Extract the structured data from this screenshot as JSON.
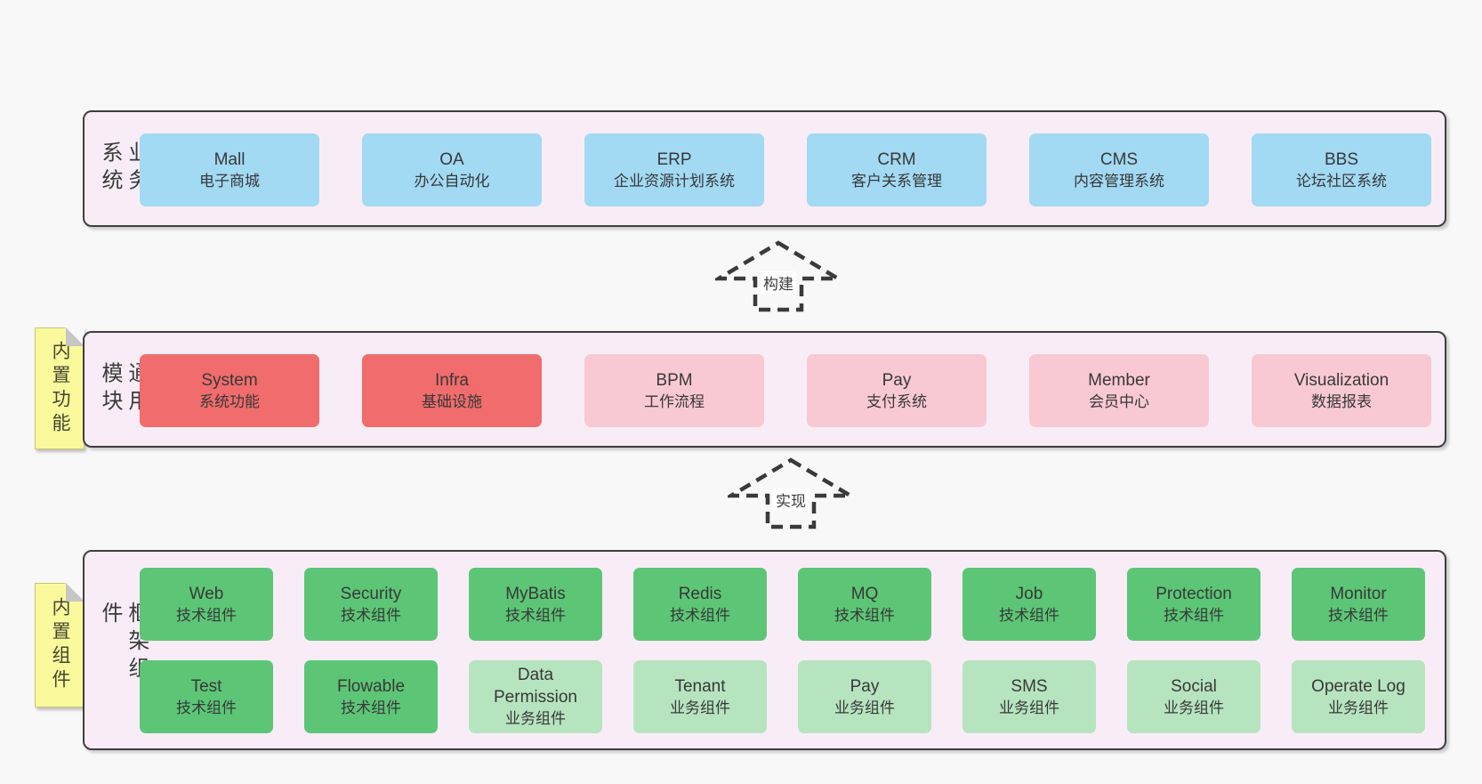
{
  "colors": {
    "page_background": "#f8f8f8",
    "container_background": "#f8edf6",
    "container_border": "#3f3f3f",
    "box_text": "#383838",
    "blue_box": "#a2d9f3",
    "red_box": "#f16c6c",
    "pink_box": "#f9c9d3",
    "green_box": "#5cc676",
    "light_green_box": "#b6e4bf",
    "note_background": "#fafa9d",
    "arrow_stroke": "#3a3a3a"
  },
  "arrows": [
    {
      "label": "构建"
    },
    {
      "label": "实现"
    }
  ],
  "layers": [
    {
      "label": "业务系统",
      "boxes": [
        {
          "title": "Mall",
          "subtitle": "电子商城"
        },
        {
          "title": "OA",
          "subtitle": "办公自动化"
        },
        {
          "title": "ERP",
          "subtitle": "企业资源计划系统"
        },
        {
          "title": "CRM",
          "subtitle": "客户关系管理"
        },
        {
          "title": "CMS",
          "subtitle": "内容管理系统"
        },
        {
          "title": "BBS",
          "subtitle": "论坛社区系统"
        }
      ]
    },
    {
      "label": "通用模块",
      "note": "内置功能",
      "boxes": [
        {
          "title": "System",
          "subtitle": "系统功能"
        },
        {
          "title": "Infra",
          "subtitle": "基础设施"
        },
        {
          "title": "BPM",
          "subtitle": "工作流程"
        },
        {
          "title": "Pay",
          "subtitle": "支付系统"
        },
        {
          "title": "Member",
          "subtitle": "会员中心"
        },
        {
          "title": "Visualization",
          "subtitle": "数据报表"
        }
      ]
    },
    {
      "label": "框架组件",
      "note": "内置组件",
      "rows": [
        [
          {
            "title": "Web",
            "subtitle": "技术组件"
          },
          {
            "title": "Security",
            "subtitle": "技术组件"
          },
          {
            "title": "MyBatis",
            "subtitle": "技术组件"
          },
          {
            "title": "Redis",
            "subtitle": "技术组件"
          },
          {
            "title": "MQ",
            "subtitle": "技术组件"
          },
          {
            "title": "Job",
            "subtitle": "技术组件"
          },
          {
            "title": "Protection",
            "subtitle": "技术组件"
          },
          {
            "title": "Monitor",
            "subtitle": "技术组件"
          }
        ],
        [
          {
            "title": "Test",
            "subtitle": "技术组件"
          },
          {
            "title": "Flowable",
            "subtitle": "技术组件"
          },
          {
            "title": "Data\nPermission",
            "subtitle": "业务组件"
          },
          {
            "title": "Tenant",
            "subtitle": "业务组件"
          },
          {
            "title": "Pay",
            "subtitle": "业务组件"
          },
          {
            "title": "SMS",
            "subtitle": "业务组件"
          },
          {
            "title": "Social",
            "subtitle": "业务组件"
          },
          {
            "title": "Operate Log",
            "subtitle": "业务组件"
          }
        ]
      ]
    }
  ]
}
